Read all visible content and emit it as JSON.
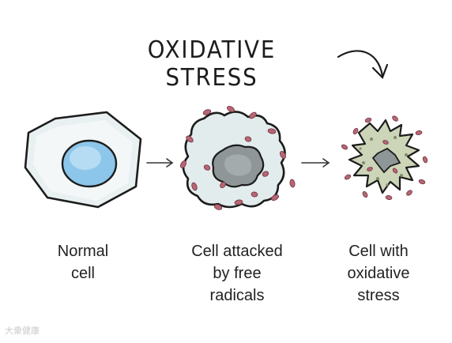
{
  "title": "OXIDATIVE STRESS",
  "cells": [
    {
      "lines": [
        "Normal",
        "cell"
      ]
    },
    {
      "lines": [
        "Cell attacked",
        "by free",
        "radicals"
      ]
    },
    {
      "lines": [
        "Cell with",
        "oxidative",
        "stress"
      ]
    }
  ],
  "watermark": "大衆健康",
  "colors": {
    "outline": "#1c1c1c",
    "cytoplasm": "#e6eef0",
    "nucleus": "#8cc6ea",
    "damaged_nucleus": "#8f9697",
    "stressed_cytoplasm": "#cdd5b8",
    "free_radical": "#b86674"
  }
}
